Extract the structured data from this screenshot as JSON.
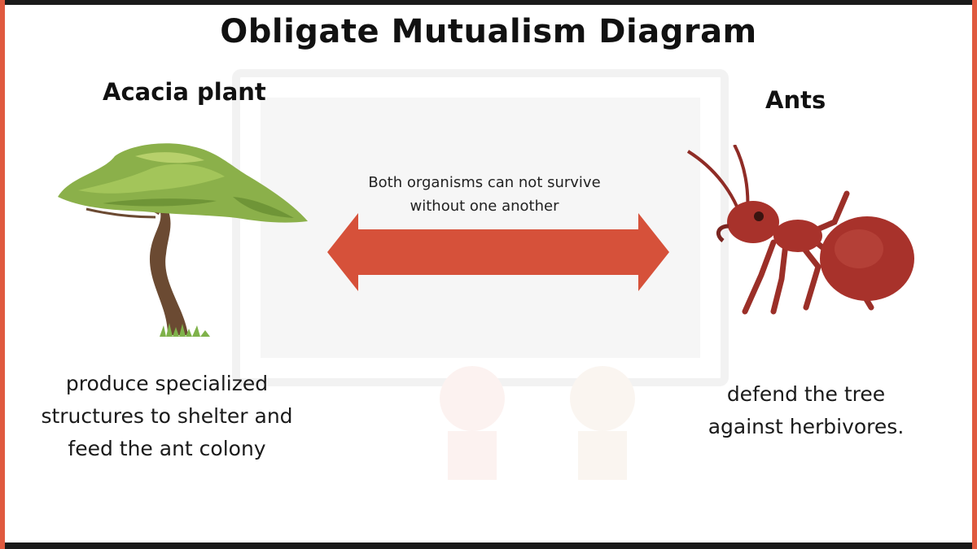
{
  "title": "Obligate Mutualism Diagram",
  "left": {
    "label": "Acacia plant",
    "description": "produce specialized structures to shelter and feed the ant colony"
  },
  "right": {
    "label": "Ants",
    "description": "defend the tree against herbivores."
  },
  "relation": {
    "text": "Both organisms can not survive without one another"
  },
  "colors": {
    "arrow": "#d6513a",
    "frame": "#e05a3f",
    "tree_canopy": "#8bb04a",
    "ant_body": "#a8322b"
  },
  "icons": [
    "acacia-tree-icon",
    "ant-icon",
    "double-arrow-icon"
  ]
}
